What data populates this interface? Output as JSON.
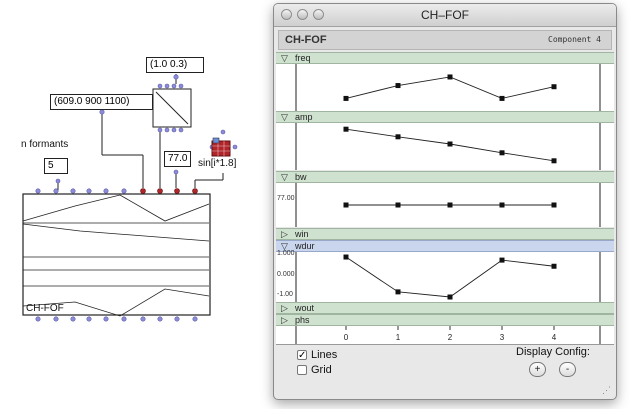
{
  "patch": {
    "box_pair": "(1.0 0.3)",
    "box_freqs": "(609.0 900 1100)",
    "label_nformants": "n formants",
    "box_five": "5",
    "box_77": "77.0",
    "label_sin": "sin[i*1.8]",
    "obj_label": "CH-FOF"
  },
  "window": {
    "title": "CH–FOF",
    "header_left": "CH-FOF",
    "header_right": "Component 4",
    "bands": [
      {
        "name": "freq",
        "expanded": true
      },
      {
        "name": "amp",
        "expanded": true
      },
      {
        "name": "bw",
        "expanded": true
      },
      {
        "name": "win",
        "expanded": false
      },
      {
        "name": "wdur",
        "expanded": true,
        "selected": true
      },
      {
        "name": "wout",
        "expanded": false
      },
      {
        "name": "phs",
        "expanded": false
      }
    ],
    "bw_axis_label": "77.00",
    "wdur_axis_labels": [
      "1.000",
      "0.000",
      "-1.00"
    ],
    "x_ticks": [
      "0",
      "1",
      "2",
      "3",
      "4"
    ],
    "lines_label": "Lines",
    "lines_checked": true,
    "grid_label": "Grid",
    "grid_checked": false,
    "display_config_label": "Display Config:",
    "plus_label": "+",
    "minus_label": "-"
  },
  "chart_data": [
    {
      "type": "line",
      "title": "freq",
      "x": [
        0,
        1,
        2,
        3,
        4
      ],
      "values": [
        0.22,
        0.55,
        0.77,
        0.22,
        0.52
      ]
    },
    {
      "type": "line",
      "title": "amp",
      "x": [
        0,
        1,
        2,
        3,
        4
      ],
      "values": [
        0.92,
        0.73,
        0.55,
        0.33,
        0.13
      ]
    },
    {
      "type": "line",
      "title": "bw",
      "x": [
        0,
        1,
        2,
        3,
        4
      ],
      "values": [
        77.0,
        77.0,
        77.0,
        77.0,
        77.0
      ]
    },
    {
      "type": "line",
      "title": "wdur",
      "x": [
        0,
        1,
        2,
        3,
        4
      ],
      "values": [
        0.95,
        -0.75,
        -1.0,
        0.8,
        0.5
      ],
      "ylim": [
        -1.0,
        1.0
      ]
    }
  ]
}
